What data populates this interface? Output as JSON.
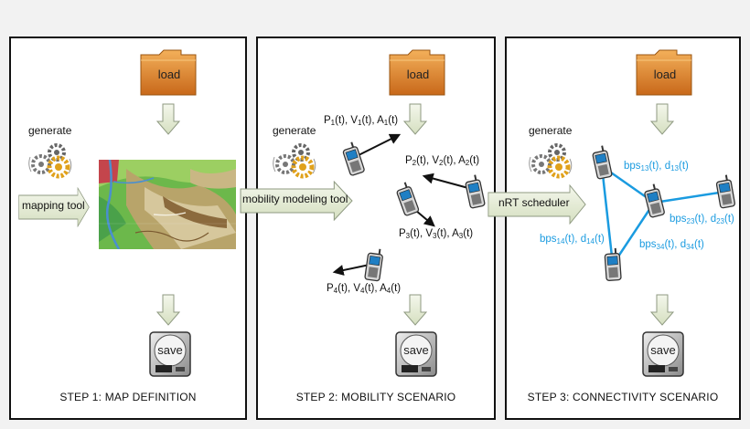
{
  "steps": [
    {
      "title": "STEP 1: MAP DEFINITION"
    },
    {
      "title": "STEP 2: MOBILITY SCENARIO"
    },
    {
      "title": "STEP 3: CONNECTIVITY SCENARIO"
    }
  ],
  "load_label": "load",
  "save_label": "save",
  "generate_label": "generate",
  "tools": {
    "mapping": "mapping tool",
    "mobility": "mobility modeling tool",
    "scheduler": "nRT scheduler"
  },
  "mobility_nodes": [
    {
      "id": "1",
      "label": "P1(t), V1(t), A1(t)"
    },
    {
      "id": "2",
      "label": "P2(t), V2(t), A2(t)"
    },
    {
      "id": "3",
      "label": "P3(t), V3(t), A3(t)"
    },
    {
      "id": "4",
      "label": "P4(t), V4(t), A4(t)"
    }
  ],
  "links": [
    {
      "pair": "13",
      "label": "bps13(t), d13(t)"
    },
    {
      "pair": "23",
      "label": "bps23(t), d23(t)"
    },
    {
      "pair": "14",
      "label": "bps14(t), d14(t)"
    },
    {
      "pair": "34",
      "label": "bps34(t), d34(t)"
    }
  ],
  "colors": {
    "link": "#1a9be0",
    "folder": "#e28a2b",
    "arrow_fill": "#e6ecd6"
  },
  "icons": [
    "folder-icon",
    "gears-icon",
    "hard-drive-icon",
    "mobile-phone-icon",
    "terrain-map"
  ]
}
